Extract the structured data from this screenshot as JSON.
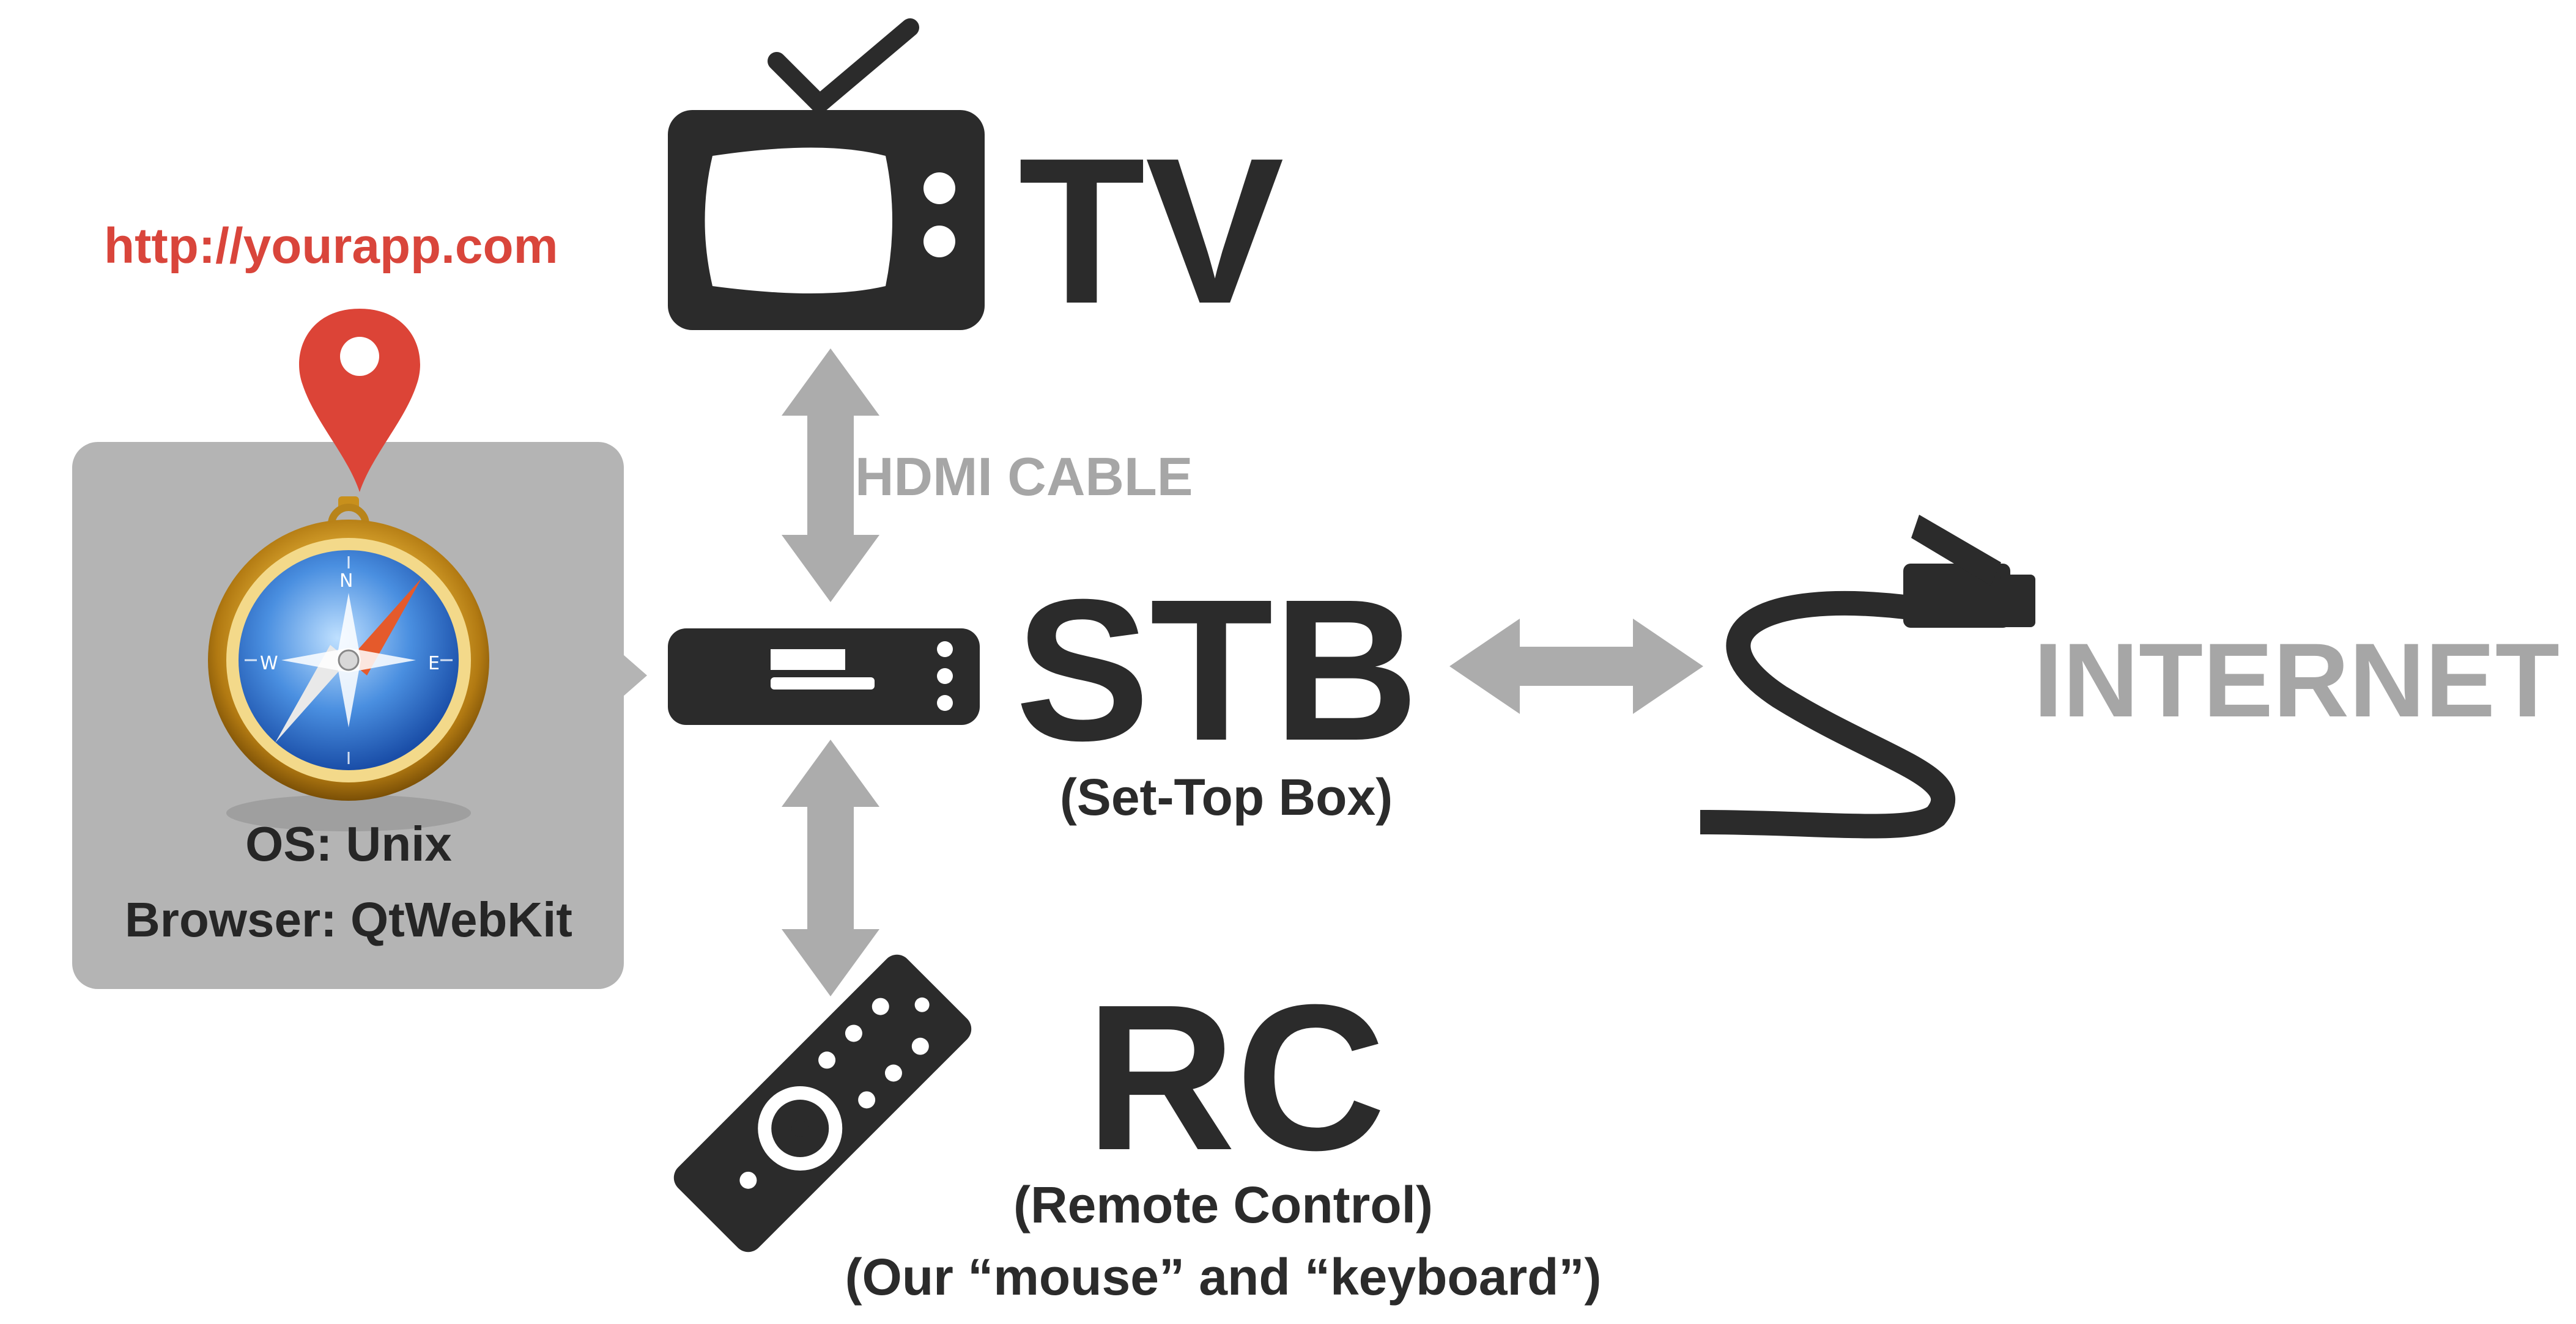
{
  "url": "http://yourapp.com",
  "browser_box": {
    "os_line": "OS: Unix",
    "browser_line": "Browser: QtWebKit"
  },
  "nodes": {
    "tv": {
      "label": "TV",
      "icon": "tv-icon"
    },
    "stb": {
      "label": "STB",
      "sublabel": "(Set-Top Box)",
      "icon": "set-top-box-icon"
    },
    "rc": {
      "label": "RC",
      "sublabel": "(Remote Control)",
      "sublabel2": "(Our “mouse” and “keyboard”)",
      "icon": "remote-control-icon"
    },
    "internet": {
      "label": "INTERNET",
      "icon": "ethernet-cable-icon"
    }
  },
  "edges": {
    "tv_stb": {
      "label": "HDMI CABLE"
    }
  },
  "colors": {
    "dark": "#2b2b2b",
    "gray_arrow": "#acacac",
    "gray_text": "#a6a6a6",
    "box": "#b4b4b4",
    "url_red": "#d9453b",
    "pin_red": "#dc4437"
  }
}
